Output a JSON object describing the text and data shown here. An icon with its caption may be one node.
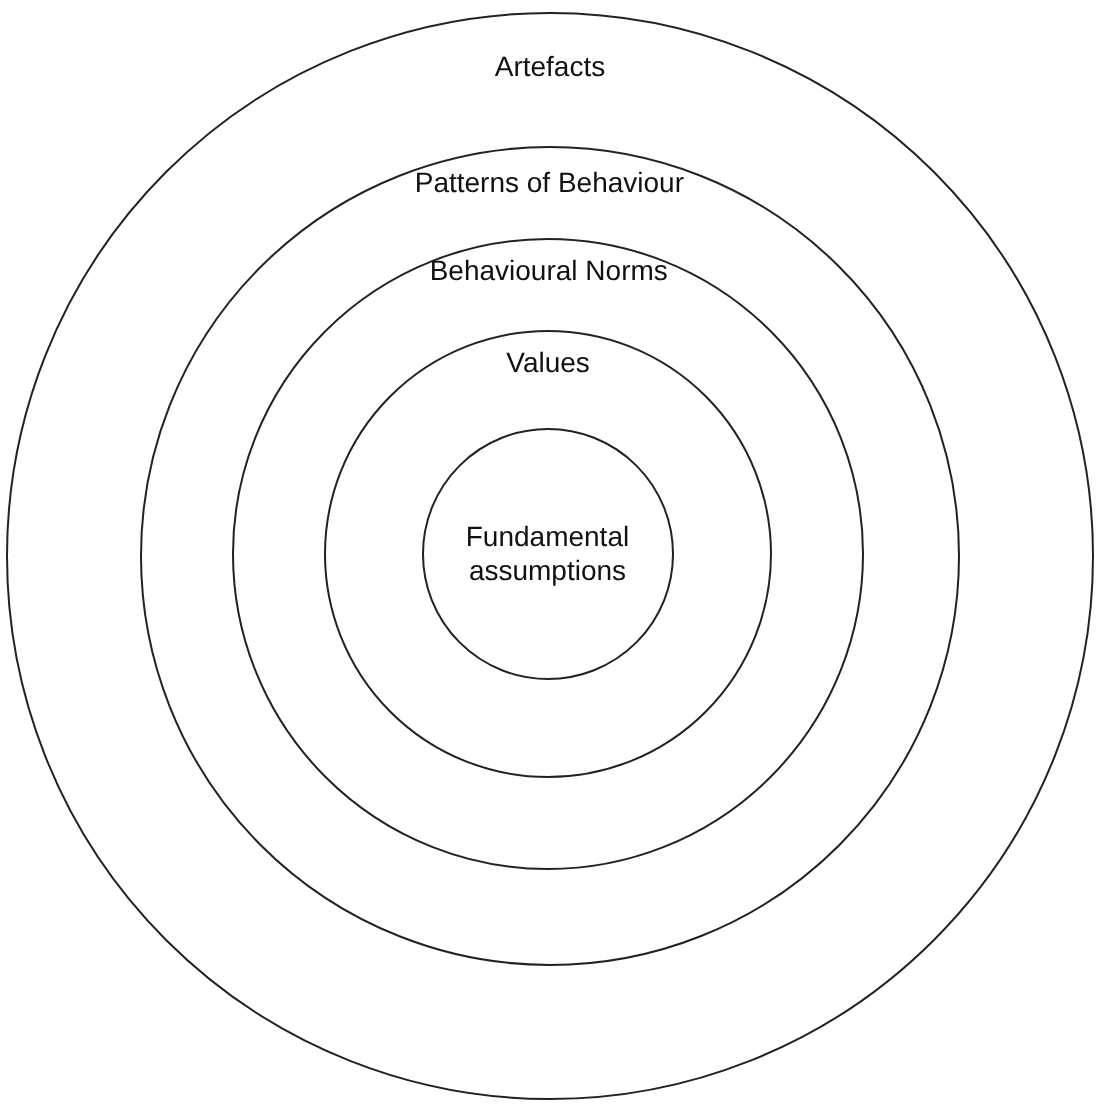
{
  "diagram": {
    "nodes": [
      {
        "text": [
          "Artefacts"
        ]
      },
      {
        "text": [
          "Patterns of Behaviour"
        ],
        "in": 0
      },
      {
        "text": [
          "Behavioural Norms"
        ],
        "in": 1
      },
      {
        "text": [
          "Values"
        ],
        "in": 2
      },
      {
        "text": [
          "Fundamental assumptions"
        ],
        "in": 3
      }
    ]
  }
}
